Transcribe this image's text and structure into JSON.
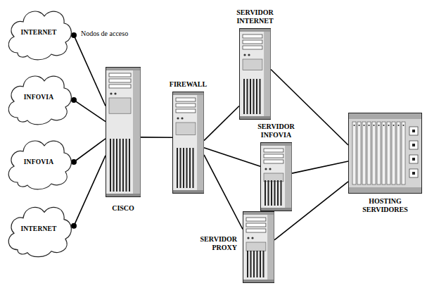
{
  "diagram": {
    "nodes": [
      {
        "text": [
          "INTERNET"
        ]
      },
      {
        "text": [
          "INFOVIA"
        ]
      },
      {
        "text": [
          "INFOVIA"
        ]
      },
      {
        "text": [
          "INTERNET"
        ]
      },
      {
        "text": [
          "CISCO"
        ]
      },
      {
        "text": [
          "FIREWALL"
        ]
      },
      {
        "text": [
          "SERVIDOR INTERNET"
        ]
      },
      {
        "text": [
          "SERVIDOR INFOVIA"
        ]
      },
      {
        "text": [
          "SERVIDOR PROXY"
        ]
      },
      {
        "text": [
          "HOSTING SERVIDORES"
        ]
      }
    ],
    "edges": [
      {
        "from": 0,
        "to": 4,
        "arrow": "none"
      },
      {
        "from": 1,
        "to": 4,
        "arrow": "none"
      },
      {
        "from": 2,
        "to": 4,
        "arrow": "none"
      },
      {
        "from": 3,
        "to": 4,
        "arrow": "none"
      },
      {
        "from": 4,
        "to": 5,
        "arrow": "none"
      },
      {
        "from": 5,
        "to": 6,
        "arrow": "none"
      },
      {
        "from": 5,
        "to": 7,
        "arrow": "none"
      },
      {
        "from": 5,
        "to": 8,
        "arrow": "none"
      },
      {
        "from": 6,
        "to": 9,
        "arrow": "none"
      },
      {
        "from": 7,
        "to": 9,
        "arrow": "none"
      },
      {
        "from": 8,
        "to": 9,
        "arrow": "none"
      }
    ],
    "labels": [
      "Nodos de acceso"
    ]
  }
}
